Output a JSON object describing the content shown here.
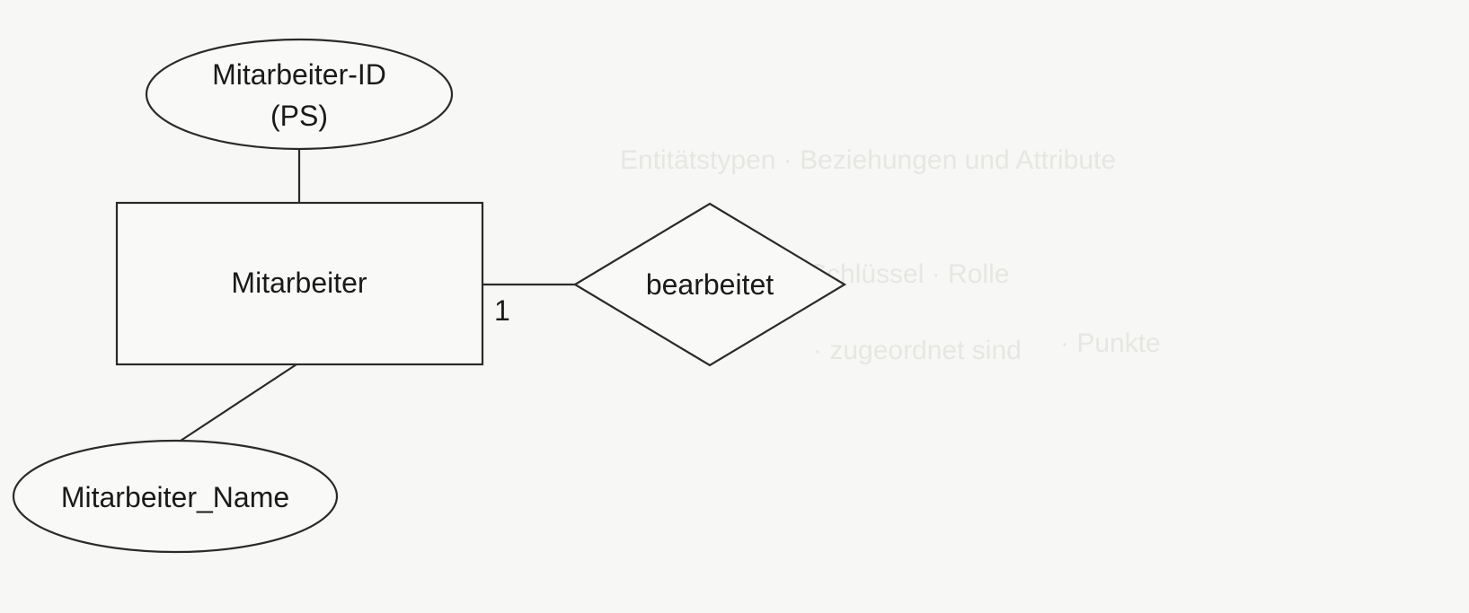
{
  "diagram": {
    "entity": {
      "label": "Mitarbeiter"
    },
    "attributes": {
      "id_line1": "Mitarbeiter-ID",
      "id_line2": "(PS)",
      "name": "Mitarbeiter_Name"
    },
    "relationship": {
      "label": "bearbeitet"
    },
    "cardinality": {
      "entity_side": "1"
    }
  }
}
